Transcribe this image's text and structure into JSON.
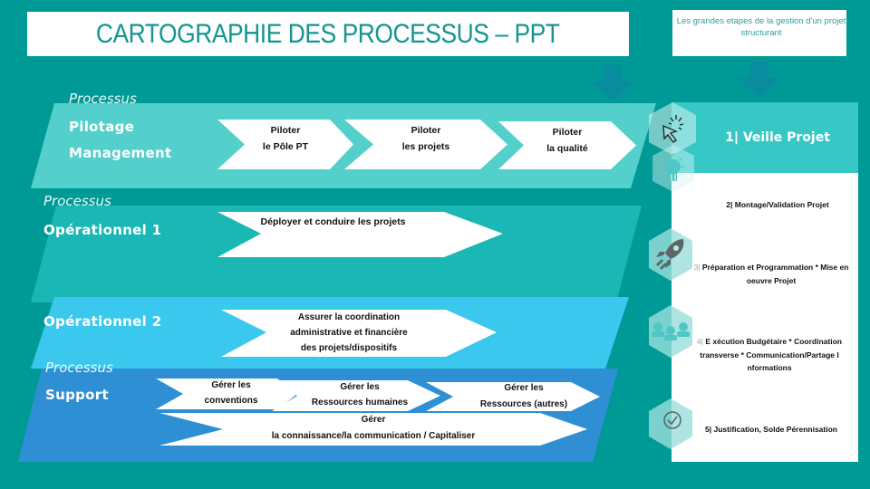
{
  "slide": {
    "title": "CARTOGRAPHIE DES PROCESSUS – PPT",
    "subtitle_line1": "Les grandes etapes de la gestion d'un projet",
    "subtitle_line2": "structurant",
    "colors": {
      "background": "#009a96",
      "title_text": "#139591",
      "band_pilotage": "#53cfcc",
      "band_operationnel1": "#1ab7b5",
      "band_operationnel2": "#3ac8ee",
      "band_support": "#2f8fd4",
      "step1_fill": "#37c8c6",
      "arrow": "#0a8aa0"
    }
  },
  "processes": [
    {
      "id": "pilotage",
      "italic": "Processus",
      "name_line1": "Pilotage",
      "name_line2": "Management",
      "activities": [
        {
          "line1": "Piloter",
          "line2": "le Pôle PT"
        },
        {
          "line1": "Piloter",
          "line2": "les projets"
        },
        {
          "line1": "Piloter",
          "line2": "la qualité"
        }
      ]
    },
    {
      "id": "operationnel1",
      "italic": "Processus",
      "name_line1": "Opérationnel 1",
      "activities": [
        {
          "line1": "Déployer et conduire les projets"
        }
      ]
    },
    {
      "id": "operationnel2",
      "name_line1": "Opérationnel 2",
      "activities": [
        {
          "line1": "Assurer la coordination",
          "line2": "administrative et financière",
          "line3": "des projets/dispositifs"
        }
      ]
    },
    {
      "id": "support",
      "italic": "Processus",
      "name_line1": "Support",
      "activities": [
        {
          "line1": "Gérer les",
          "line2": "conventions"
        },
        {
          "line1": "Gérer les",
          "line2": "Ressources humaines"
        },
        {
          "line1": "Gérer les",
          "line2": "Ressources (autres)"
        },
        {
          "line1": "Gérer",
          "line2": "la connaissance/la communication / Capitaliser"
        }
      ]
    }
  ],
  "steps": [
    {
      "num": "1|",
      "label": "Veille Projet",
      "icon": "cursor-click-icon"
    },
    {
      "num": "2|",
      "label": "Montage/Validation Projet",
      "icon": "lightbulb-icon"
    },
    {
      "num": "3|",
      "label_line1": "Préparation et Programmation * Mise en",
      "label_line2": "oeuvre Projet",
      "icon": "rocket-icon"
    },
    {
      "num": "4|",
      "label_line1": "E xécution Budgétaire * Coordination",
      "label_line2": "transverse * Communication/Partage I",
      "label_line3": "nformations",
      "icon": "people-icon"
    },
    {
      "num": "5|",
      "label": "Justification, Solde Pérennisation",
      "icon": "checkmark-circle-icon"
    }
  ]
}
